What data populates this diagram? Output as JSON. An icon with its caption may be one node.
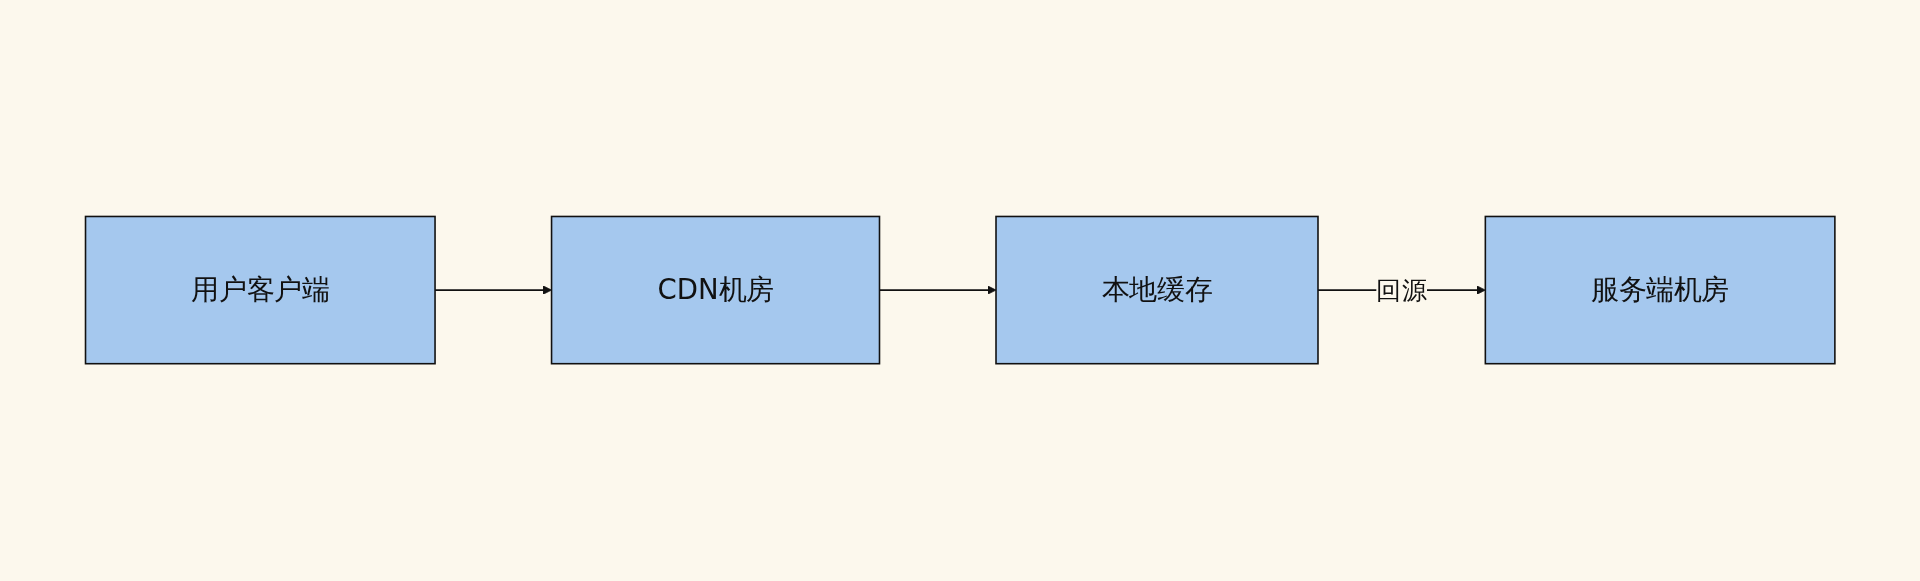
{
  "diagram": {
    "nodes": [
      {
        "text": [
          "用户客户端"
        ]
      },
      {
        "text": [
          "CDN机房"
        ]
      },
      {
        "text": [
          "本地缓存"
        ]
      },
      {
        "text": [
          "服务端机房"
        ]
      }
    ],
    "edges": [
      {
        "from": 0,
        "to": 1,
        "arrow": "to"
      },
      {
        "from": 1,
        "to": 2,
        "arrow": "to"
      },
      {
        "from": 2,
        "to": 3,
        "arrow": "to",
        "label": "回源"
      }
    ]
  }
}
